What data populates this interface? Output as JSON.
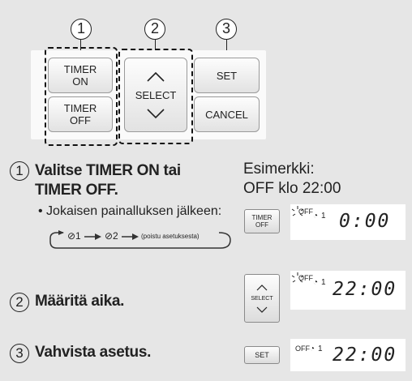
{
  "callouts": [
    "1",
    "2",
    "3"
  ],
  "remote": {
    "timer_on": [
      "TIMER",
      "ON"
    ],
    "timer_off": [
      "TIMER",
      "OFF"
    ],
    "select": "SELECT",
    "set": "SET",
    "cancel": "CANCEL"
  },
  "steps": [
    {
      "num": "1",
      "title_lines": [
        "Valitse TIMER ON tai",
        "TIMER OFF."
      ]
    },
    {
      "num": "2",
      "title_lines": [
        "Määritä aika."
      ]
    },
    {
      "num": "3",
      "title_lines": [
        "Vahvista asetus."
      ]
    }
  ],
  "note": "• Jokaisen painalluksen jälkeen:",
  "flow": {
    "item1": "⊘1",
    "item2": "⊘2",
    "item3": "(poistu asetuksesta)"
  },
  "example": {
    "label": "Esimerkki:",
    "value": "OFF klo 22:00"
  },
  "examples": [
    {
      "button": [
        "TIMER",
        "OFF"
      ],
      "indicator": "OFF",
      "timer_num": "1",
      "time": "0:00"
    },
    {
      "button": "SELECT",
      "indicator": "OFF",
      "timer_num": "1",
      "time": "22:00"
    },
    {
      "button": "SET",
      "indicator": "OFF",
      "timer_num": "1",
      "time": "22:00"
    }
  ]
}
